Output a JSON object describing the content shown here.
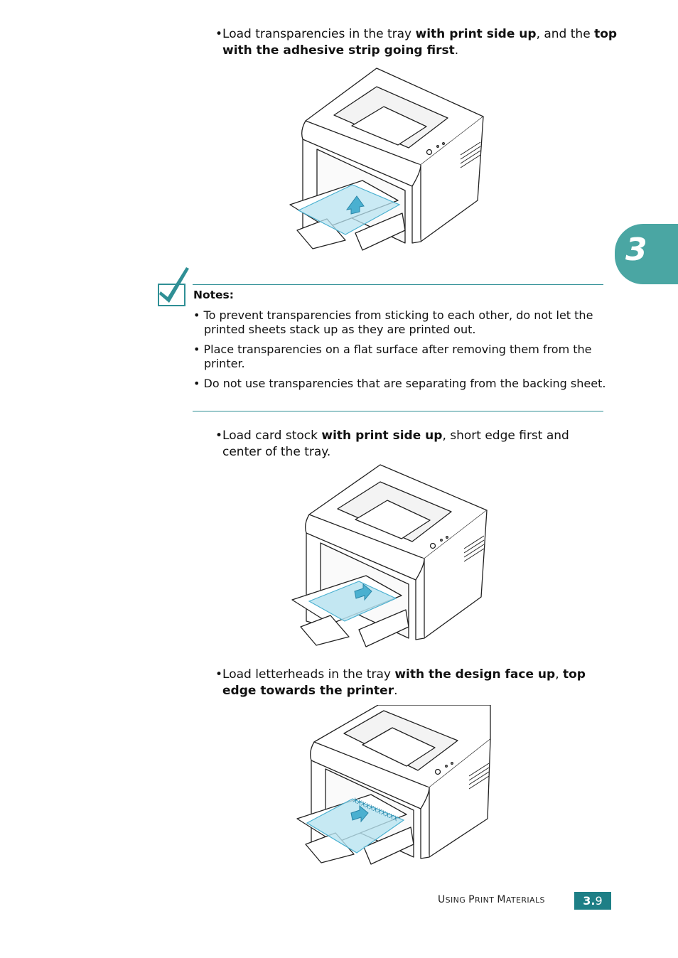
{
  "section1": {
    "bullet": "•",
    "text_before": "Load transparencies in the tray ",
    "bold1": "with print side up",
    "text_mid": ", and the ",
    "bold2": "top with the adhesive strip going first",
    "text_after": "."
  },
  "notes": {
    "title": "Notes:",
    "items": [
      "• To prevent transparencies from sticking to each other, do not let the printed sheets stack up as they are printed out.",
      "• Place transparencies on a flat surface after removing them from the printer.",
      "• Do not use transparencies that are separating from the backing sheet."
    ],
    "accent_color": "#2f8f95",
    "icon": "checkmark-note-icon"
  },
  "section2": {
    "bullet": "•",
    "text_before": "Load card stock ",
    "bold1": "with print side up",
    "text_after": ", short edge first and center of the tray."
  },
  "section3": {
    "bullet": "•",
    "text_before": "Load letterheads in the tray ",
    "bold1": "with the design face up",
    "text_mid": ", ",
    "bold2": "top edge towards the printer",
    "text_after": ".",
    "letterhead_marks": "XXXXXXXXXXX"
  },
  "chapter_tab": {
    "number": "3",
    "color": "#4aa6a3"
  },
  "footer": {
    "title_U": "U",
    "title_sing": "SING ",
    "title_P": "P",
    "title_rint": "RINT ",
    "title_M": "M",
    "title_aterials": "ATERIALS",
    "page_chapter": "3.",
    "page_num": "9",
    "badge_color": "#1e7f86"
  }
}
